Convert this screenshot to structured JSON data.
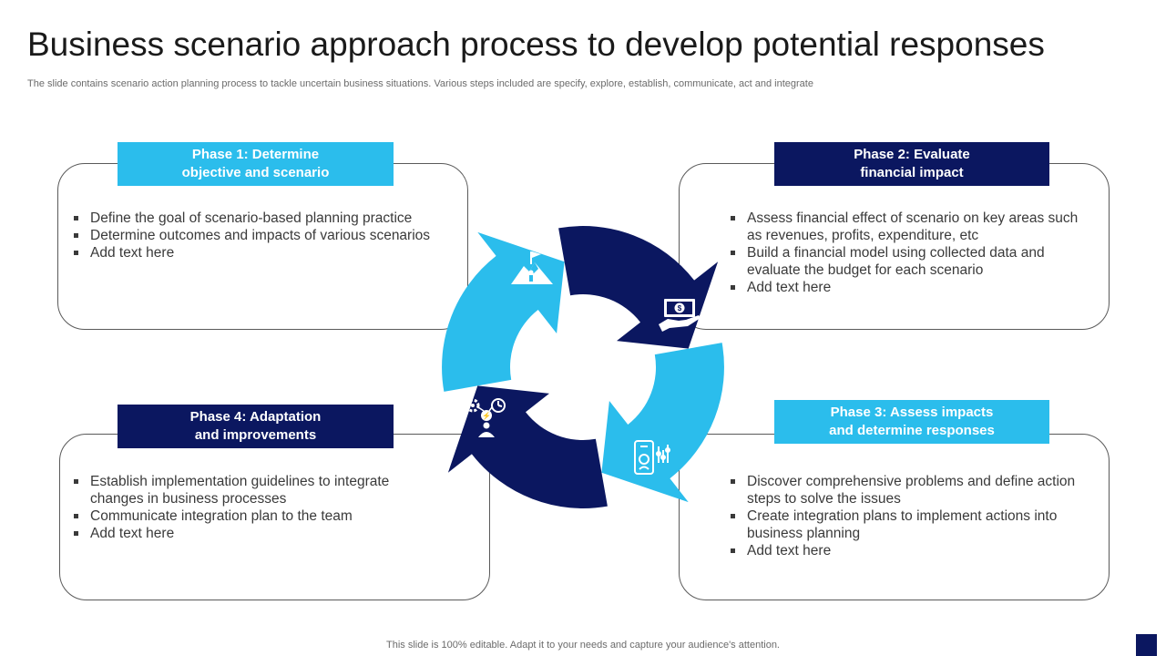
{
  "title": "Business scenario approach process to develop potential responses",
  "subtitle": "The slide contains scenario action planning process to tackle uncertain business situations. Various steps included are specify, explore, establish, communicate, act and integrate",
  "phases": [
    {
      "label_line1": "Phase 1: Determine",
      "label_line2": "objective and scenario",
      "points": [
        "Define the goal of scenario-based planning practice",
        "Determine outcomes and impacts of various scenarios",
        "Add text here"
      ]
    },
    {
      "label_line1": "Phase 2: Evaluate",
      "label_line2": "financial impact",
      "points": [
        "Assess financial effect of scenario on key areas such as revenues,  profits, expenditure, etc",
        "Build a financial model using collected data and evaluate  the budget for each scenario",
        "Add text here"
      ]
    },
    {
      "label_line1": "Phase 3: Assess impacts",
      "label_line2": "and determine responses",
      "points": [
        "Discover comprehensive problems and define action steps to solve the issues",
        "Create integration plans to implement actions into business planning",
        "Add text here"
      ]
    },
    {
      "label_line1": "Phase 4: Adaptation",
      "label_line2": "and improvements",
      "points": [
        "Establish implementation guidelines to integrate changes in business processes",
        "Communicate integration plan to the team",
        "Add text here"
      ]
    }
  ],
  "icons": [
    "mountain-flag-icon",
    "money-hand-icon",
    "mobile-analytics-icon",
    "gear-person-icon"
  ],
  "colors": {
    "light_blue": "#2bbdec",
    "navy": "#0b1760"
  },
  "footer": "This slide is 100% editable. Adapt it to your needs and capture your audience's attention."
}
